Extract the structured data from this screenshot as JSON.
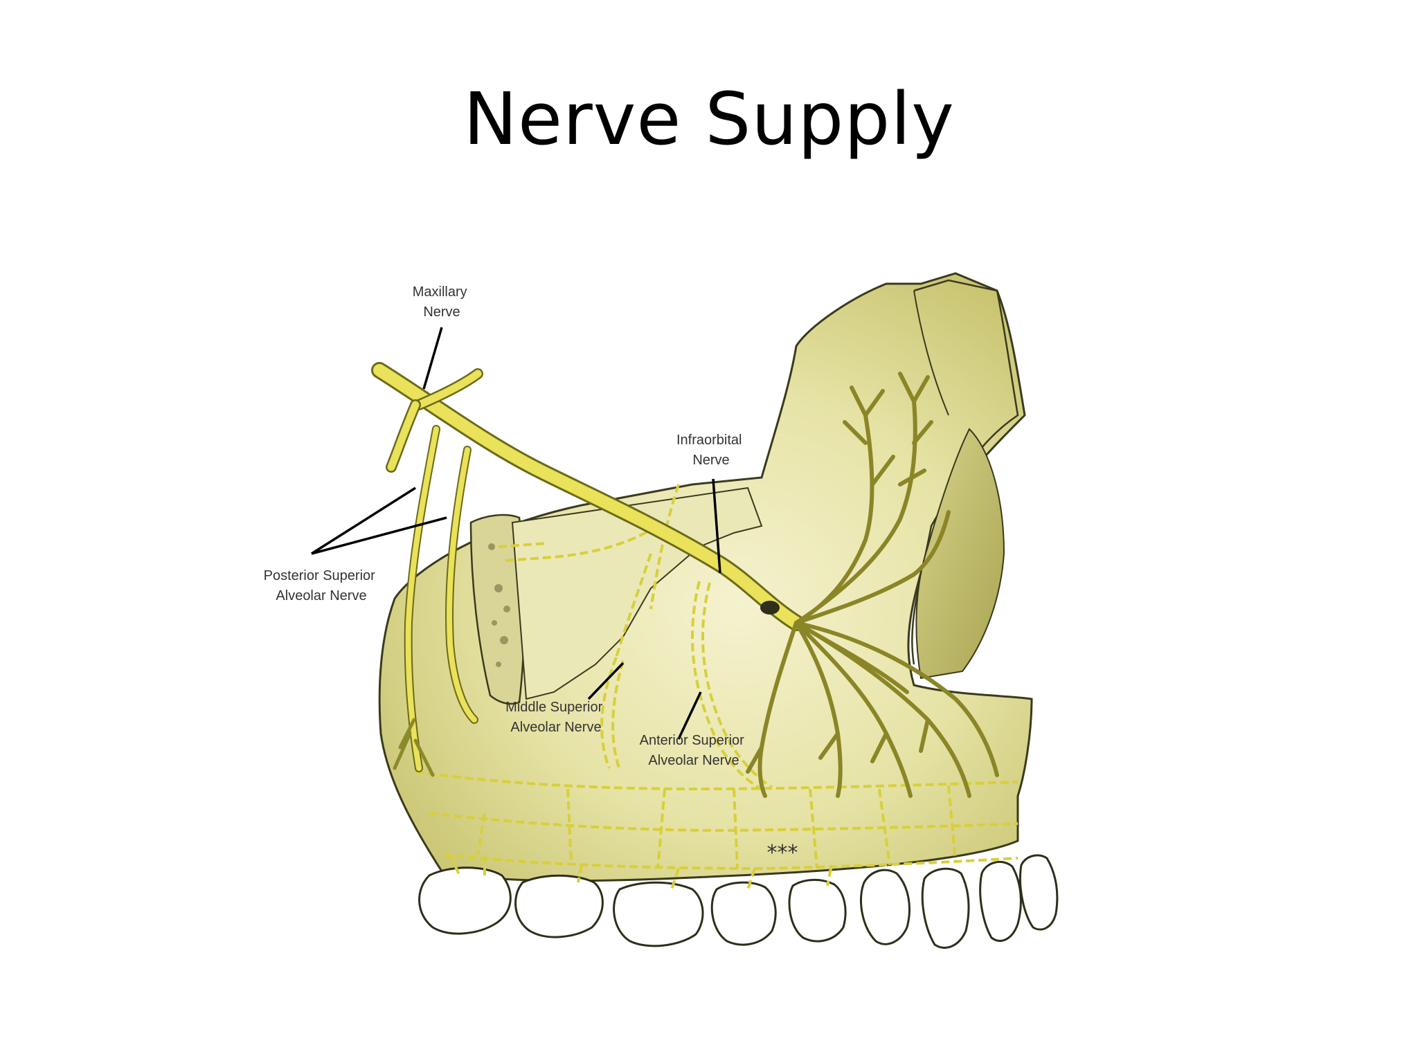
{
  "slide": {
    "title": "Nerve Supply"
  },
  "figure": {
    "labels": {
      "maxillary_nerve": [
        "Maxillary",
        "Nerve"
      ],
      "infraorbital_nerve": [
        "Infraorbital",
        "Nerve"
      ],
      "posterior_superior": [
        "Posterior Superior",
        "Alveolar Nerve"
      ],
      "middle_superior": [
        "Middle Superior",
        "Alveolar Nerve"
      ],
      "anterior_superior": [
        "Anterior Superior",
        "Alveolar Nerve"
      ],
      "plexus_marker": "***"
    },
    "colors": {
      "nerve": "#e9e25a",
      "nerve_outline": "#6b6a1a",
      "bone_light": "#f3f0c4",
      "bone_mid": "#dedb8d",
      "bone_dark": "#b9b65a",
      "tooth": "#ffffff",
      "outline": "#2e2e1a"
    }
  }
}
